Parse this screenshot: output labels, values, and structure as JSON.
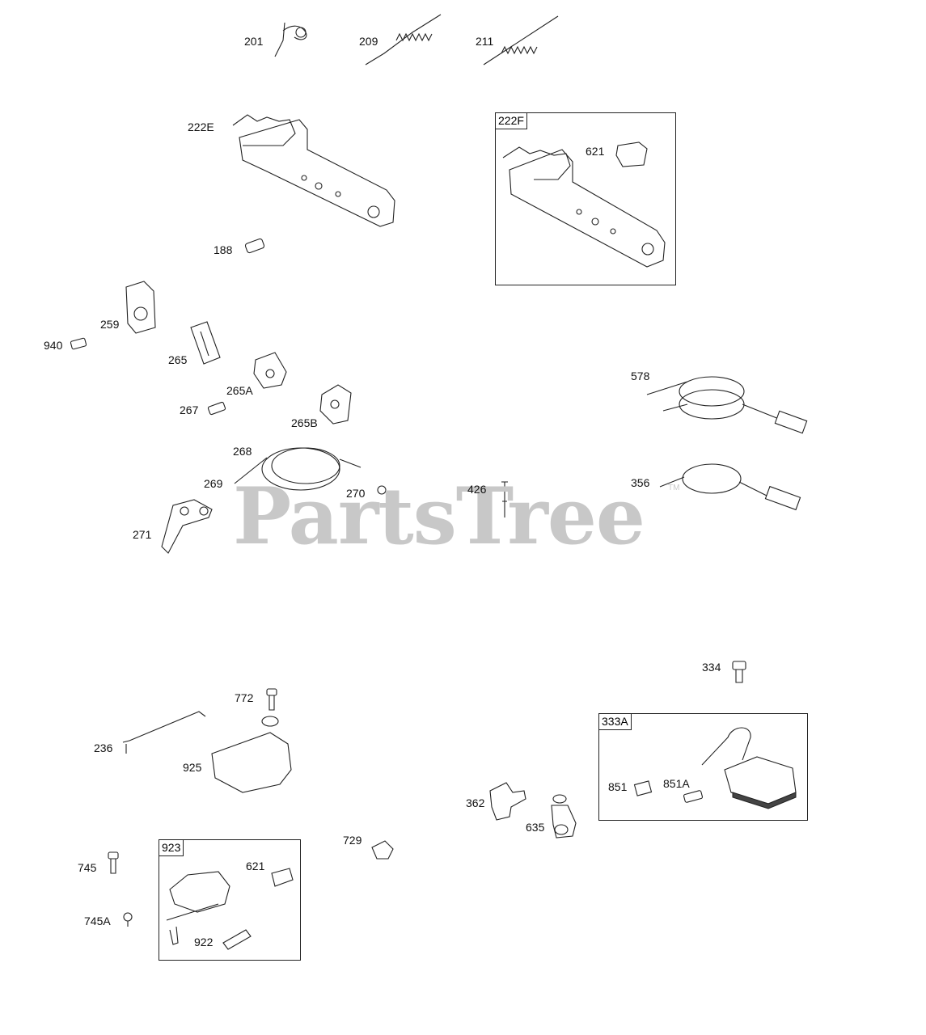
{
  "watermark": {
    "text": "PartsTree",
    "trademark": "TM"
  },
  "boxes": {
    "box_222F": {
      "tag": "222F"
    },
    "box_333A": {
      "tag": "333A"
    },
    "box_923": {
      "tag": "923"
    }
  },
  "parts": {
    "p201": "201",
    "p209": "209",
    "p211": "211",
    "p222E": "222E",
    "p188": "188",
    "p621_top": "621",
    "p259": "259",
    "p940": "940",
    "p265": "265",
    "p265A": "265A",
    "p267": "267",
    "p265B": "265B",
    "p268": "268",
    "p269": "269",
    "p270": "270",
    "p271": "271",
    "p426": "426",
    "p578": "578",
    "p356": "356",
    "p334": "334",
    "p772": "772",
    "p236": "236",
    "p925": "925",
    "p851": "851",
    "p851A": "851A",
    "p362": "362",
    "p635": "635",
    "p729": "729",
    "p745": "745",
    "p745A": "745A",
    "p621_bot": "621",
    "p922": "922"
  }
}
